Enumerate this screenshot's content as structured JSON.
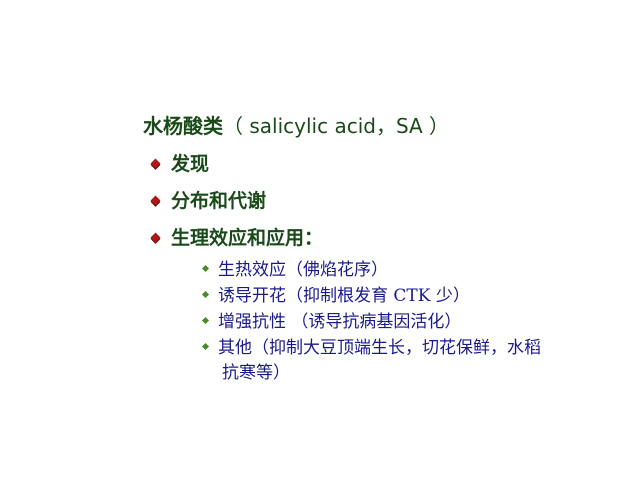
{
  "slide": {
    "title_cn": "水杨酸类",
    "title_latin": "（ salicylic  acid，SA ）",
    "items": [
      "发现",
      "分布和代谢",
      "生理效应和应用："
    ],
    "subitems": [
      "生热效应（佛焰花序）",
      "诱导开花（抑制根发育 CTK 少）",
      "增强抗性 （诱导抗病基因活化）",
      "其他（抑制大豆顶端生长，切花保鲜，水稻"
    ],
    "subitem_continuation": "抗寒等）",
    "colors": {
      "heading": "#1a4a1a",
      "body": "#1a1a8c",
      "bullet_main": "#b01818",
      "bullet_sub": "#4a8a2a"
    },
    "icons": {
      "main_bullet": "diamond-bullet-icon",
      "sub_bullet": "small-diamond-bullet-icon"
    }
  }
}
